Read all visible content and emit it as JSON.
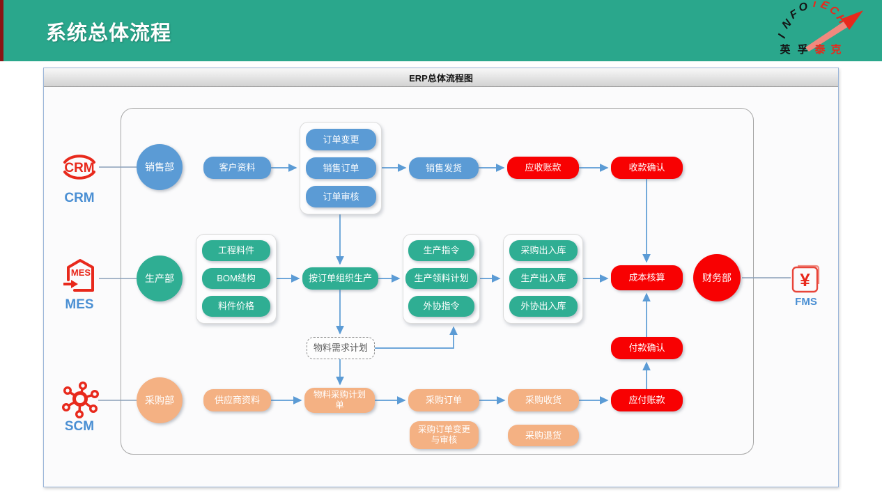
{
  "header": {
    "title": "系统总体流程"
  },
  "logo": {
    "arc": [
      "I",
      "N",
      "F",
      "O",
      "T",
      "E",
      "C",
      "H"
    ],
    "cn": [
      "英",
      "孚",
      "泰",
      "克"
    ]
  },
  "panel": {
    "title": "ERP总体流程图"
  },
  "systems": {
    "crm": {
      "label": "CRM",
      "icon_text": "CRM"
    },
    "mes": {
      "label": "MES",
      "icon_text": "MES"
    },
    "scm": {
      "label": "SCM"
    },
    "fms": {
      "label": "FMS",
      "symbol": "¥"
    }
  },
  "nodes": {
    "sales_dept": "销售部",
    "customer_info": "客户资料",
    "order_change": "订单变更",
    "sales_order": "销售订单",
    "order_review": "订单审核",
    "sales_delivery": "销售发货",
    "receivable": "应收账款",
    "receipt_confirm": "收款确认",
    "production_dept": "生产部",
    "eng_material": "工程料件",
    "bom": "BOM结构",
    "material_price": "料件价格",
    "organize_production": "按订单组织生产",
    "production_order": "生产指令",
    "picking_plan": "生产领料计划",
    "outsourcing_order": "外协指令",
    "purchase_io": "采购出入库",
    "production_io": "生产出入库",
    "outsourcing_io": "外协出入库",
    "cost_accounting": "成本核算",
    "finance_dept": "财务部",
    "payment_confirm": "付款确认",
    "payable": "应付账款",
    "mrp": "物料需求计划",
    "purchasing_dept": "采购部",
    "supplier_info": "供应商资料",
    "material_purchase_plan": "物料采购计划\n单",
    "purchase_order": "采购订单",
    "po_change_review": "采购订单变更\n与审核",
    "purchase_receipt": "采购收货",
    "purchase_return": "采购退货"
  },
  "colors": {
    "banner_teal": "#2aa78c",
    "banner_accent_red": "#8a1414",
    "flow_blue": "#5b9bd5",
    "flow_green": "#2fae93",
    "flow_red": "#f80102",
    "flow_orange": "#f4b183",
    "arrow_blue": "#5b9bd5",
    "icon_red": "#e8291c",
    "system_label_blue": "#4a8fd3"
  }
}
